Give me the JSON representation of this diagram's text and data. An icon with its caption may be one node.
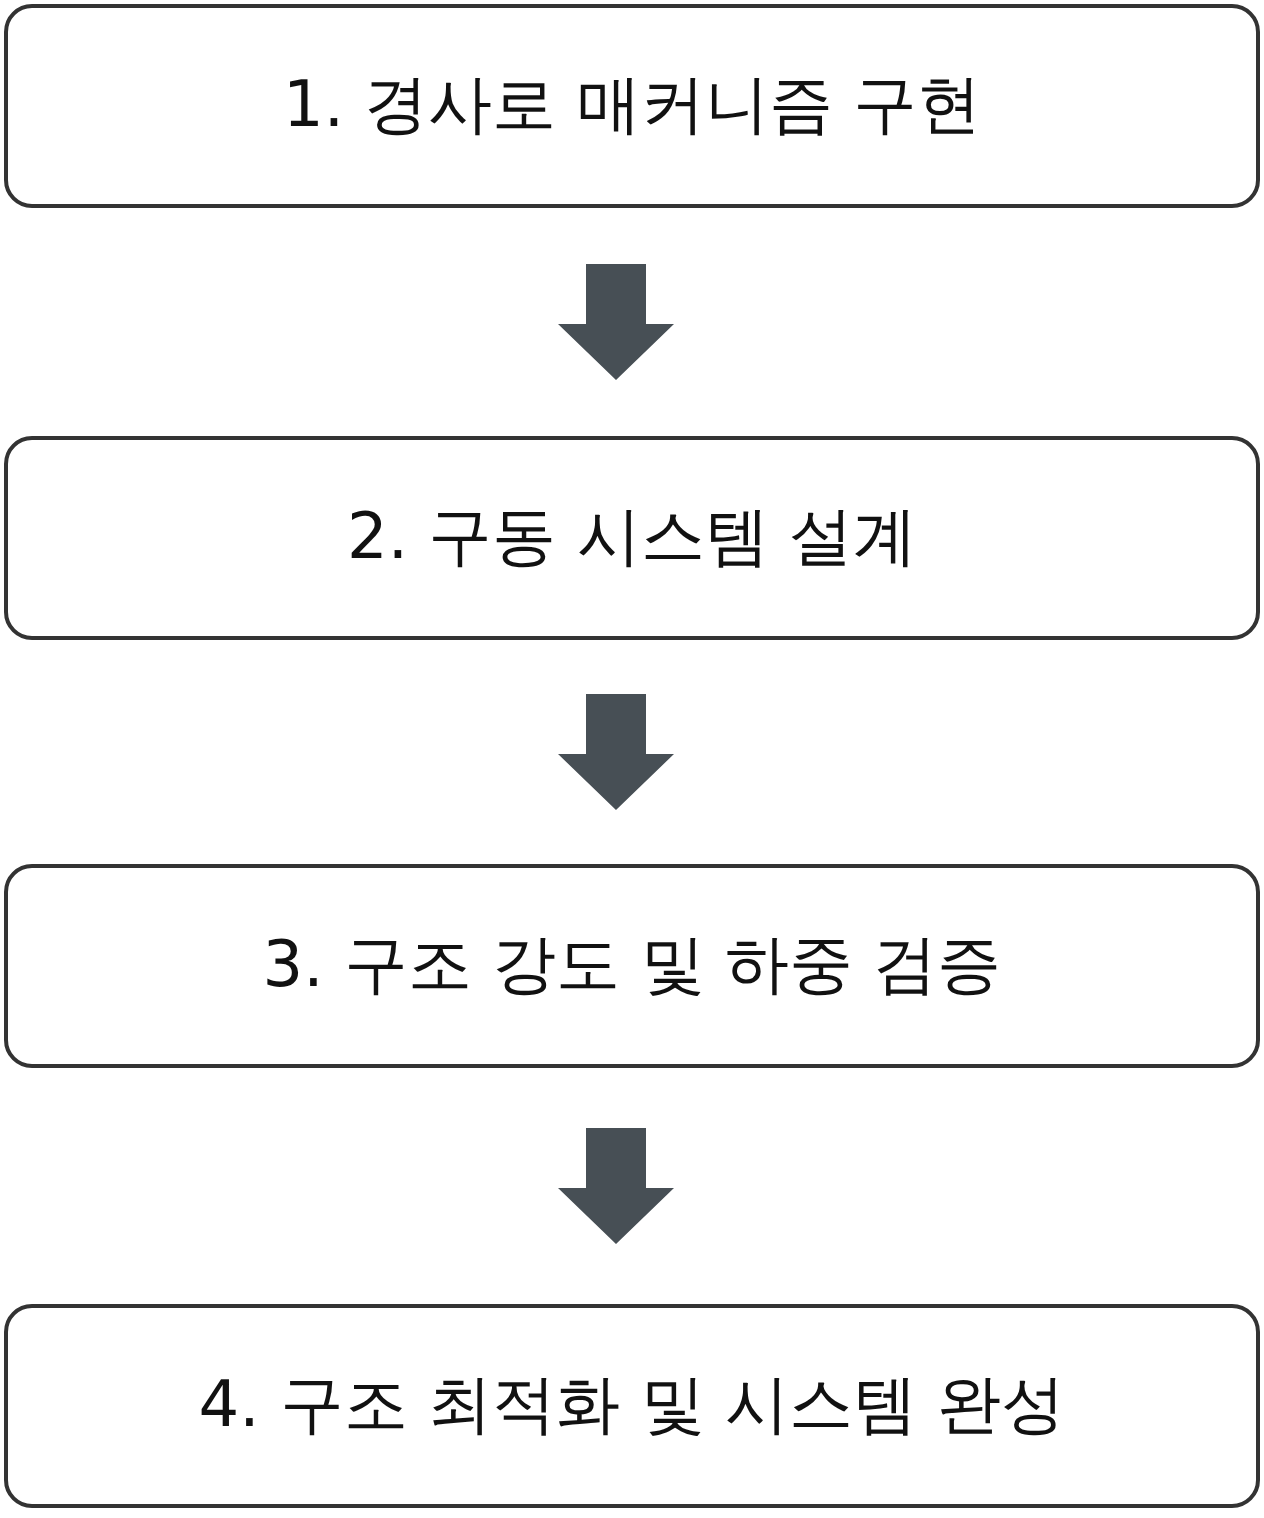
{
  "diagram": {
    "nodes": [
      {
        "text": [
          "1. 경사로 매커니즘 구현"
        ]
      },
      {
        "text": [
          "2. 구동 시스템 설계"
        ]
      },
      {
        "text": [
          "3. 구조 강도 및 하중 검증"
        ]
      },
      {
        "text": [
          "4. 구조 최적화 및 시스템 완성"
        ]
      }
    ],
    "edges": [
      {
        "from": 0,
        "to": 1,
        "arrow": "to"
      },
      {
        "from": 1,
        "to": 2,
        "arrow": "to"
      },
      {
        "from": 2,
        "to": 3,
        "arrow": "to"
      }
    ]
  }
}
